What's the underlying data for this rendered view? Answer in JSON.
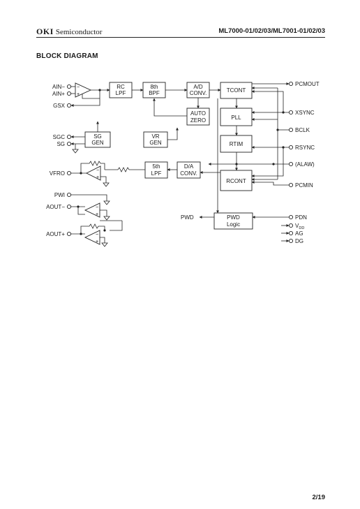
{
  "header": {
    "brand_logo": "OKI",
    "brand_subtitle": "Semiconductor",
    "document_title": "ML7000-01/02/03/ML7001-01/02/03"
  },
  "section_title": "BLOCK DIAGRAM",
  "diagram": {
    "blocks": {
      "rc_lpf": [
        "RC",
        "LPF"
      ],
      "bpf_8th": [
        "8th",
        "BPF"
      ],
      "ad_conv": [
        "A/D",
        "CONV."
      ],
      "tcont": [
        "TCONT"
      ],
      "auto_zero": [
        "AUTO",
        "ZERO"
      ],
      "pll": [
        "PLL"
      ],
      "rtim": [
        "RTIM"
      ],
      "sg_gen": [
        "SG",
        "GEN"
      ],
      "vr_gen": [
        "VR",
        "GEN"
      ],
      "lpf_5th": [
        "5th",
        "LPF"
      ],
      "da_conv": [
        "D/A",
        "CONV."
      ],
      "rcont": [
        "RCONT"
      ],
      "pwd_logic": [
        "PWD",
        "Logic"
      ]
    },
    "pins_left": {
      "ain_minus": "AIN−",
      "ain_plus": "AIN+",
      "gsx": "GSX",
      "sgc": "SGC",
      "sg": "SG",
      "vfro": "VFRO",
      "pwi": "PWI",
      "aout_minus": "AOUT−",
      "aout_plus": "AOUT+"
    },
    "pins_right": {
      "pcmout": "PCMOUT",
      "xsync": "XSYNC",
      "bclk": "BCLK",
      "rsync": "RSYNC",
      "alaw": "(ALAW)",
      "pcmin": "PCMIN",
      "pdn": "PDN",
      "vdd": "V",
      "vdd_sub": "DD",
      "ag": "AG",
      "dg": "DG"
    },
    "internal_labels": {
      "pwd": "PWD",
      "opamp_minus": "−",
      "opamp_plus": "+"
    }
  },
  "page_number": "2/19"
}
